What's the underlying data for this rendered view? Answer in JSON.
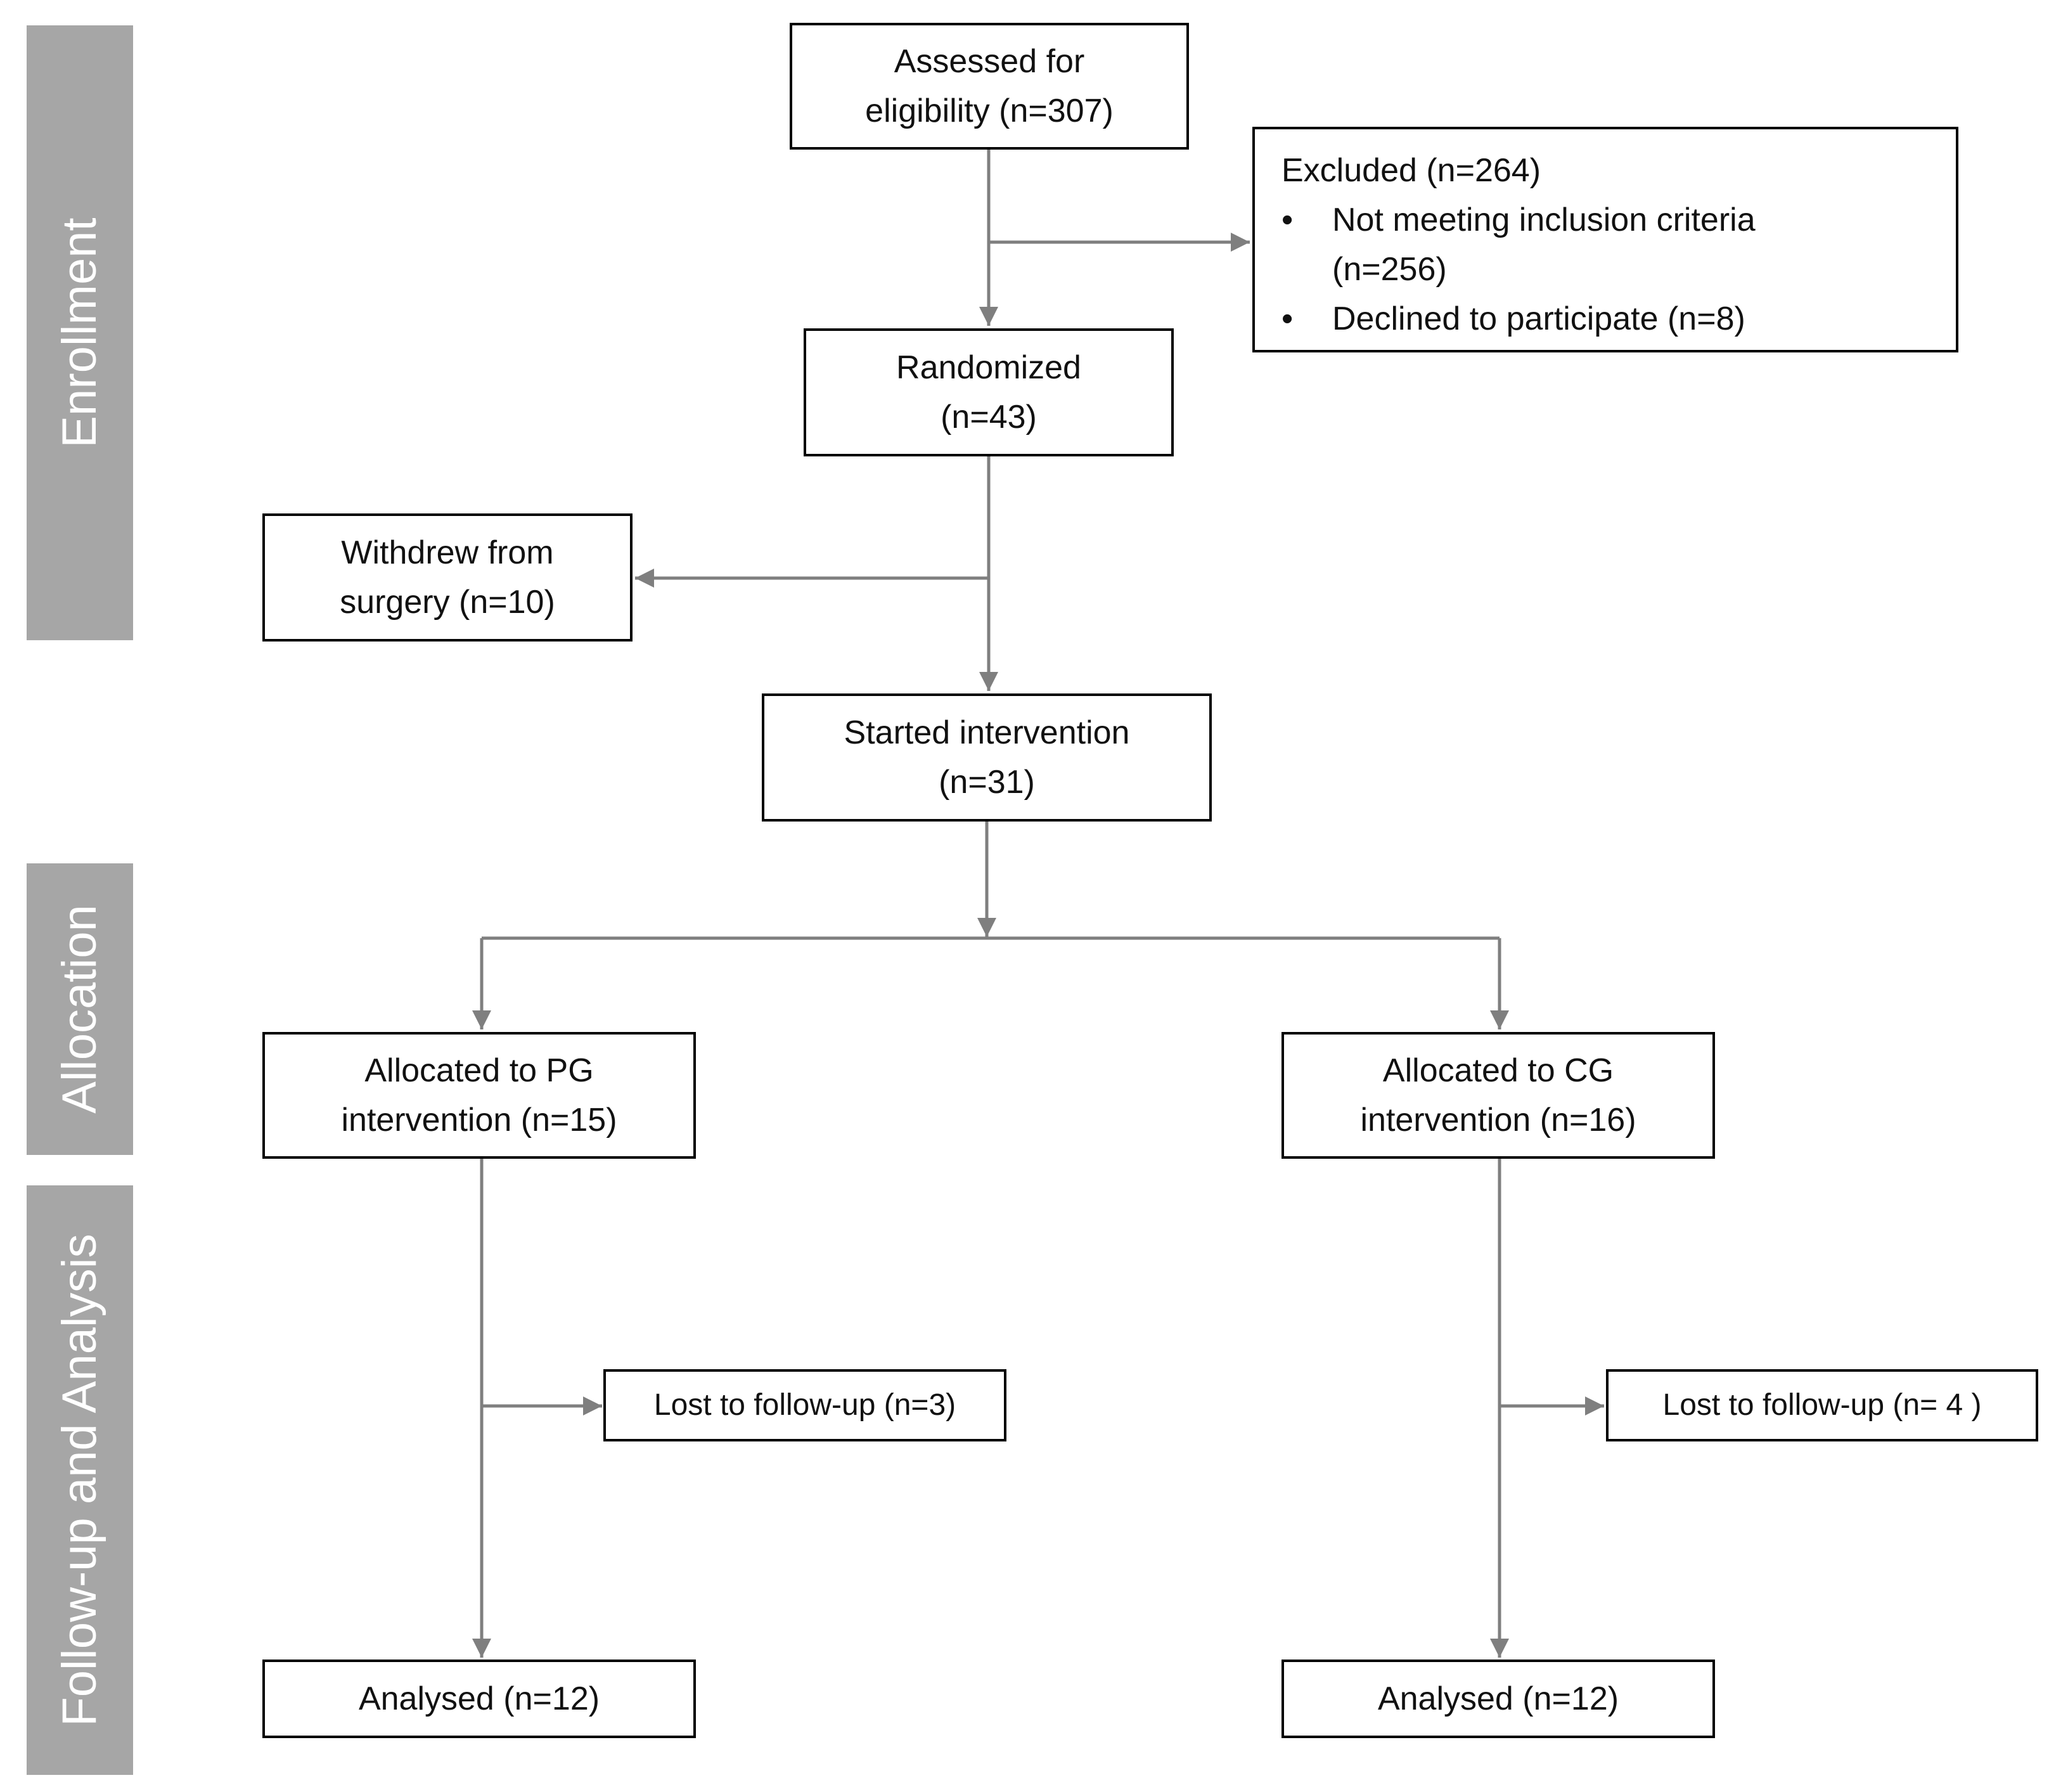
{
  "phases": {
    "enrollment": "Enrollment",
    "allocation": "Allocation",
    "followup": "Follow-up and Analysis"
  },
  "boxes": {
    "assessed": [
      "Assessed for",
      "eligibility (n=307)"
    ],
    "excluded": {
      "title": "Excluded (n=264)",
      "bullet_symbol": "•",
      "item1_line1": "Not meeting inclusion criteria",
      "item1_line2": "(n=256)",
      "item2": "Declined to participate (n=8)"
    },
    "randomized": [
      "Randomized",
      "(n=43)"
    ],
    "withdrew": [
      "Withdrew from",
      "surgery (n=10)"
    ],
    "started": [
      "Started intervention",
      "(n=31)"
    ],
    "alloc_pg": [
      "Allocated to PG",
      "intervention (n=15)"
    ],
    "alloc_cg": [
      "Allocated to CG",
      "intervention (n=16)"
    ],
    "lost_pg": "Lost to follow-up (n=3)",
    "lost_cg": "Lost to follow-up (n= 4 )",
    "analysed_pg": "Analysed (n=12)",
    "analysed_cg": "Analysed (n=12)"
  },
  "colors": {
    "phase_band": "#a6a6a6",
    "connector": "#7f7f7f",
    "box_border": "#000000"
  }
}
